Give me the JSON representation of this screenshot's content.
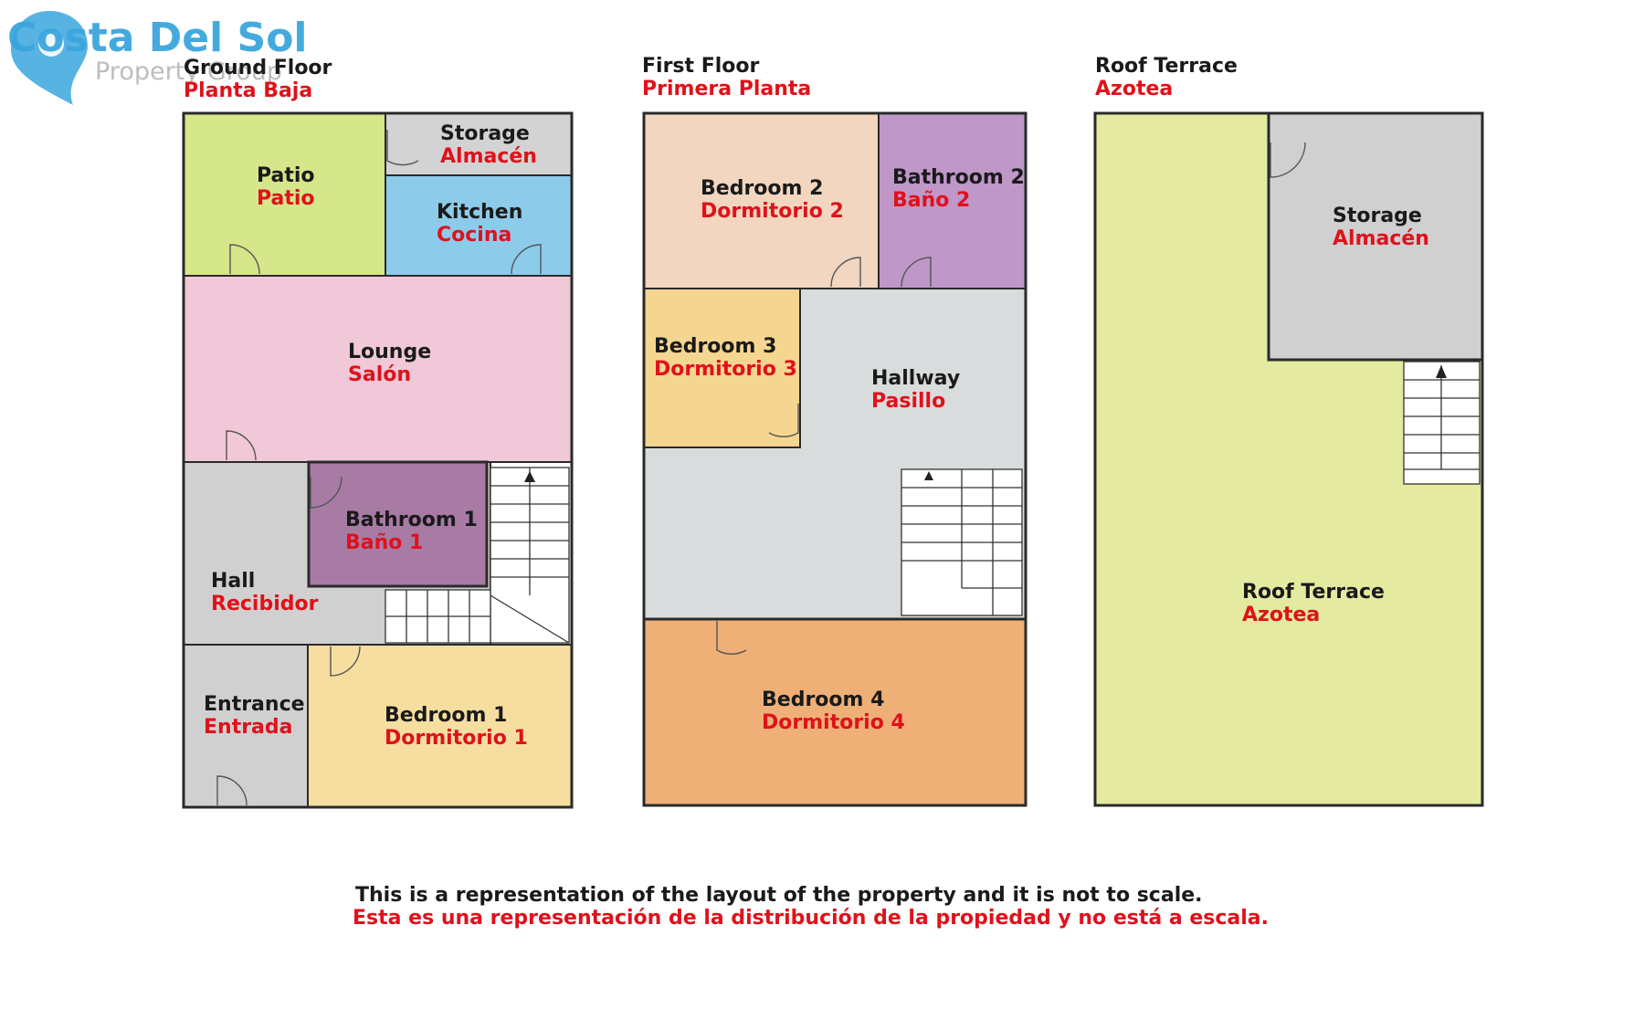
{
  "logo": {
    "name": "Costa Del Sol",
    "tagline": "Property Group",
    "brand_color": "#3aa6dd"
  },
  "floors": {
    "ground": {
      "title_en": "Ground Floor",
      "title_es": "Planta Baja",
      "rooms": {
        "patio": {
          "en": "Patio",
          "es": "Patio",
          "color": "#d6e68a"
        },
        "storage": {
          "en": "Storage",
          "es": "Almacén",
          "color": "#d3d3d3"
        },
        "kitchen": {
          "en": "Kitchen",
          "es": "Cocina",
          "color": "#8ccbea"
        },
        "lounge": {
          "en": "Lounge",
          "es": "Salón",
          "color": "#f0c8d8"
        },
        "bathroom1": {
          "en": "Bathroom 1",
          "es": "Baño 1",
          "color": "#a87ba5"
        },
        "hall": {
          "en": "Hall",
          "es": "Recibidor",
          "color": "#d0d0d0"
        },
        "entrance": {
          "en": "Entrance",
          "es": "Entrada",
          "color": "#d0d0d0"
        },
        "bedroom1": {
          "en": "Bedroom 1",
          "es": "Dormitorio 1",
          "color": "#f5dea0"
        }
      }
    },
    "first": {
      "title_en": "First Floor",
      "title_es": "Primera Planta",
      "rooms": {
        "bedroom2": {
          "en": "Bedroom 2",
          "es": "Dormitorio 2",
          "color": "#f2d6bf"
        },
        "bathroom2": {
          "en": "Bathroom 2",
          "es": "Baño 2",
          "color": "#bf97c8"
        },
        "bedroom3": {
          "en": "Bedroom 3",
          "es": "Dormitorio 3",
          "color": "#f5d690"
        },
        "hallway": {
          "en": "Hallway",
          "es": "Pasillo",
          "color": "#d9dcdc"
        },
        "bedroom4": {
          "en": "Bedroom 4",
          "es": "Dormitorio 4",
          "color": "#efb077"
        }
      }
    },
    "roof": {
      "title_en": "Roof Terrace",
      "title_es": "Azotea",
      "rooms": {
        "storage": {
          "en": "Storage",
          "es": "Almacén",
          "color": "#d0d0d0"
        },
        "terrace": {
          "en": "Roof Terrace",
          "es": "Azotea",
          "color": "#e4eba0"
        }
      }
    }
  },
  "disclaimer": {
    "en": "This is a representation of the layout of the property and it is not to scale.",
    "es": "Esta es una representación de la distribución de la propiedad y no está a escala."
  },
  "colors": {
    "english_text": "#1a1a1a",
    "spanish_text": "#e0111b",
    "wall": "#2a2a2a"
  }
}
